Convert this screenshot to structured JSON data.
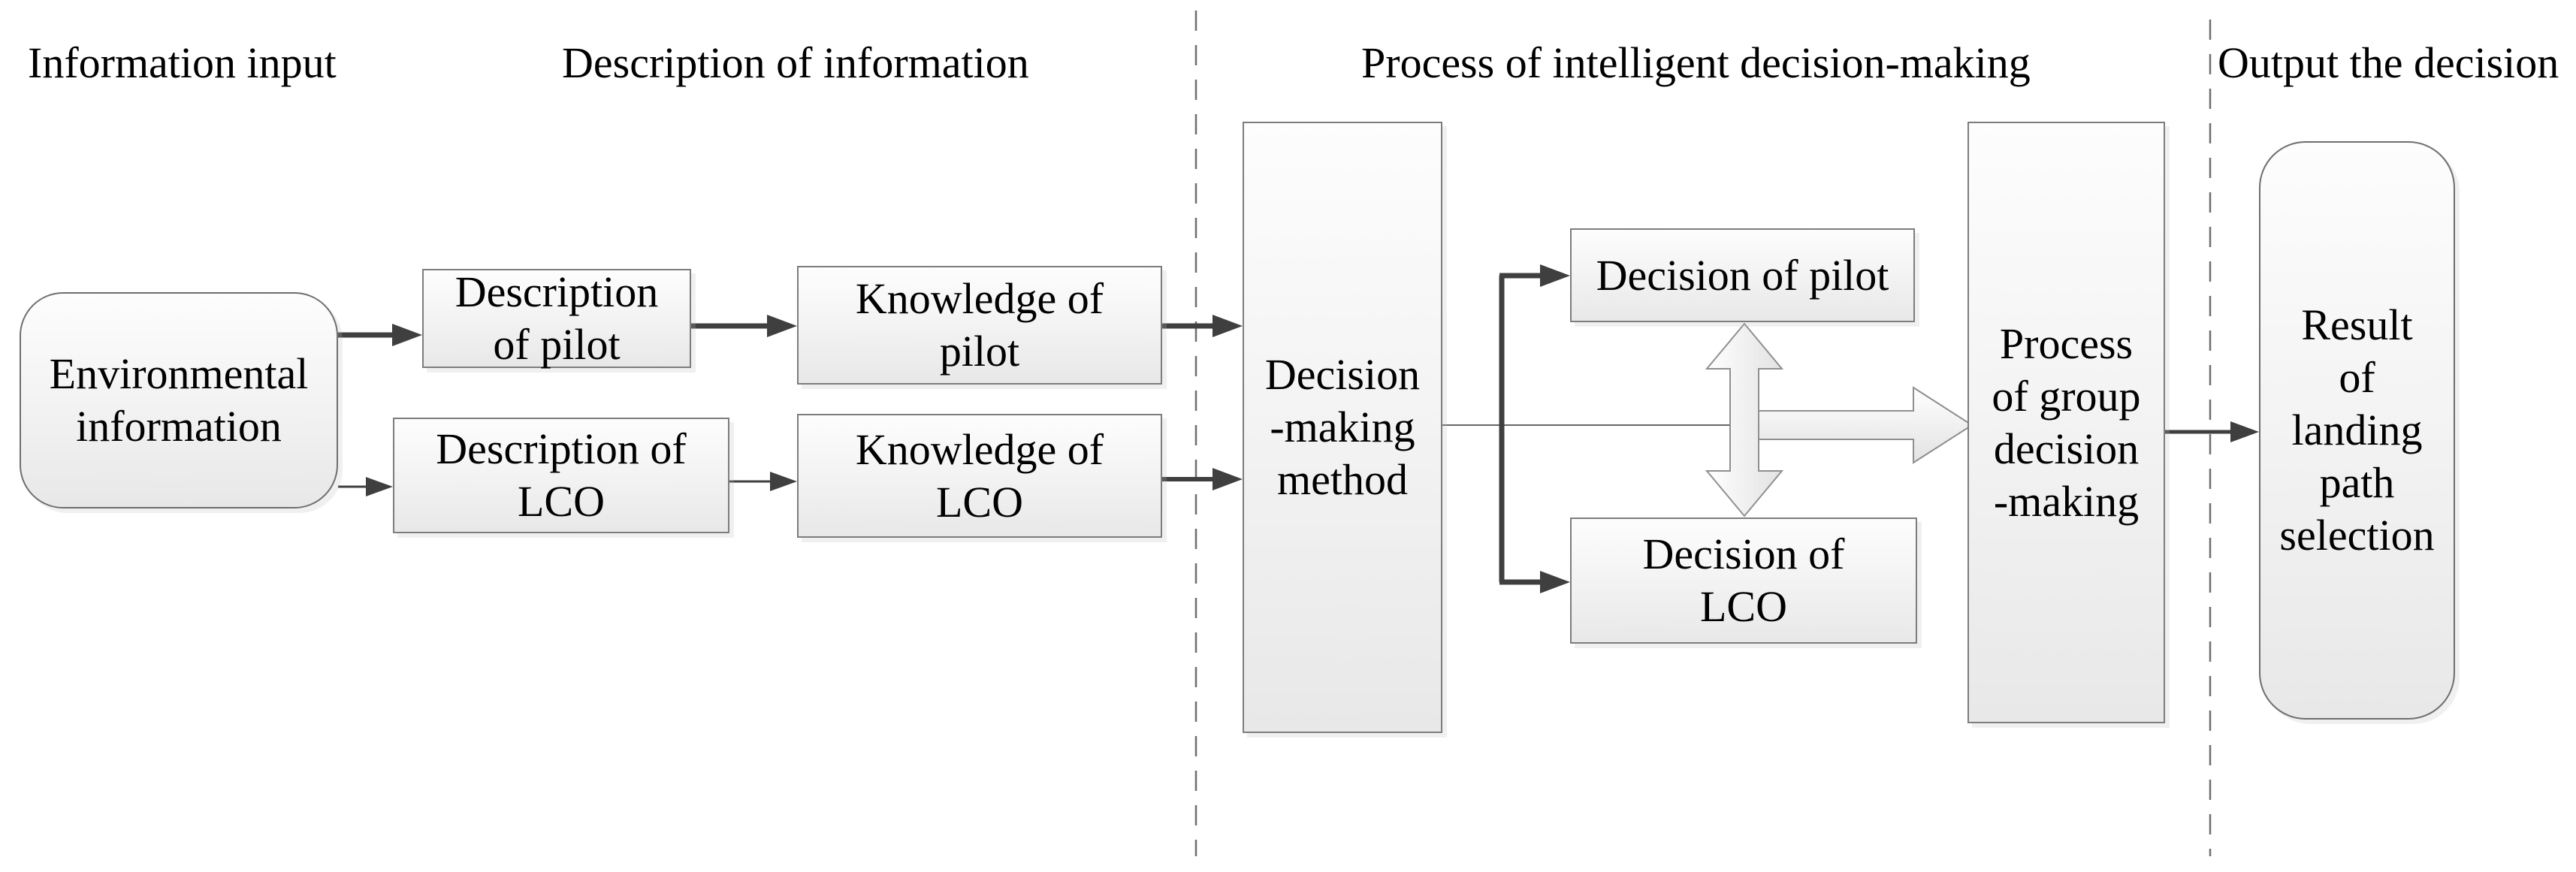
{
  "headers": [
    {
      "id": "information-input",
      "label": "Information input"
    },
    {
      "id": "description-of-information",
      "label": "Description of information"
    },
    {
      "id": "process-of-intelligent-decision-making",
      "label": "Process of intelligent decision-making"
    },
    {
      "id": "output-the-decision",
      "label": "Output the decision"
    }
  ],
  "nodes": {
    "environmental_information": {
      "label": "Environmental\ninformation",
      "shape": "rounded"
    },
    "description_of_pilot": {
      "label": "Description\nof pilot",
      "shape": "rect"
    },
    "description_of_lco": {
      "label": "Description of\nLCO",
      "shape": "rect"
    },
    "knowledge_of_pilot": {
      "label": "Knowledge of\npilot",
      "shape": "rect"
    },
    "knowledge_of_lco": {
      "label": "Knowledge of\nLCO",
      "shape": "rect"
    },
    "decision_making_method": {
      "label": "Decision\n-making\nmethod",
      "shape": "rect"
    },
    "decision_of_pilot": {
      "label": "Decision of pilot",
      "shape": "rect"
    },
    "decision_of_lco": {
      "label": "Decision of\nLCO",
      "shape": "rect"
    },
    "process_of_group_decision_making": {
      "label": "Process\nof group\ndecision\n-making",
      "shape": "rect"
    },
    "result_of_landing_path_selection": {
      "label": "Result\nof\nlanding\npath\nselection",
      "shape": "rounded"
    }
  },
  "edges": [
    {
      "from": "environmental_information",
      "to": "description_of_pilot",
      "style": "solid-thick"
    },
    {
      "from": "environmental_information",
      "to": "description_of_lco",
      "style": "solid-thin"
    },
    {
      "from": "description_of_pilot",
      "to": "knowledge_of_pilot",
      "style": "solid-thick"
    },
    {
      "from": "description_of_lco",
      "to": "knowledge_of_lco",
      "style": "solid-thin"
    },
    {
      "from": "knowledge_of_pilot",
      "to": "decision_making_method",
      "style": "solid-thick"
    },
    {
      "from": "knowledge_of_lco",
      "to": "decision_making_method",
      "style": "solid-thick"
    },
    {
      "from": "decision_making_method",
      "to": "decision_of_pilot",
      "style": "solid-thick-elbow"
    },
    {
      "from": "decision_making_method",
      "to": "decision_of_lco",
      "style": "solid-thick-elbow"
    },
    {
      "from": "decision_of_pilot",
      "to": "decision_of_lco",
      "style": "hollow-double"
    },
    {
      "from": "decision_of_pilot_and_lco",
      "to": "process_of_group_decision_making",
      "style": "hollow-block"
    },
    {
      "from": "process_of_group_decision_making",
      "to": "result_of_landing_path_selection",
      "style": "solid-medium"
    }
  ],
  "colors": {
    "background": "#ffffff",
    "text": "#000000",
    "box_border": "#7d7d7d",
    "box_fill_top": "#fdfdfd",
    "box_fill_bottom": "#e8e8e8",
    "solid_arrow": "#3f3f3f",
    "hollow_arrow_border": "#8f8f8f",
    "dashed_divider": "#6e6e6e"
  }
}
